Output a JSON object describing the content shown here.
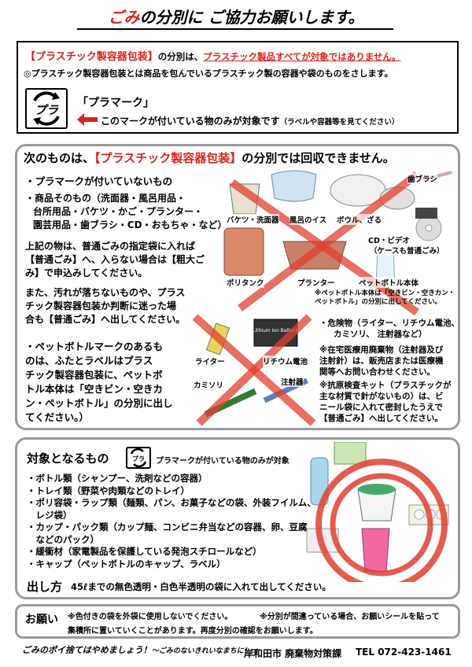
{
  "header": {
    "title_red": "ごみ",
    "title_rest": "の分別に ご協力お願いします。"
  },
  "box1": {
    "line1_red": "【プラスチック製容器包装】",
    "line1_mid": "の分別は、",
    "line1_red2": "プラスチック製品すべてが対象ではありません。",
    "line2": "◎プラスチック製容器包装とは商品を包んでいるプラスチック製の容器や袋のものをさします。",
    "plamark_label": "「プラマーク」",
    "plamark_note": "このマークが付いている物のみが対象です",
    "plamark_note_small": "（ラベルや容器等を見てください）",
    "plamark_text": "プラ"
  },
  "box2": {
    "heading_pre": "次のものは、",
    "heading_red": "【プラスチック製容器包装】",
    "heading_post": "の分別では回収できません。",
    "bullet1": "・プラマークが付いていないもの",
    "bullet2_l1": "・商品そのもの（洗面器・風呂用品・",
    "bullet2_l2": "台所用品・バケツ・かご・プランター・",
    "bullet2_l3": "園芸用品・歯ブラシ・CD・おもちゃ・など）",
    "para1_l1": "上記の物は、普通ごみの指定袋に入れば",
    "para1_l2": "【普通ごみ】へ、入らない場合は【粗大ご",
    "para1_l3": "み】で申込みしてください。",
    "para2_l1": "また、汚れが落ちないものや、プラス",
    "para2_l2": "チック製容器包装か判断に迷った場",
    "para2_l3": "合も【普通ごみ】へ出してください。",
    "pet_l1": "・ペットボトルマークのあるも",
    "pet_l2": "のは、ふたとラベルはプラス",
    "pet_l3": "チック製容器包装に、ペットボ",
    "pet_l4": "トル本体は「空きビン・空きカ",
    "pet_l5": "ン・ペットボトル」の分別に出し",
    "pet_l6": "てください。）",
    "labels": {
      "toothbrush": "歯ブラシ",
      "bucket": "バケツ・洗面器",
      "bathstool": "風呂のイス",
      "bowl": "ボウル、ざる",
      "cd": "CD・ビデオ",
      "cd_note": "（ケースも普通ごみ）",
      "tank": "ポリタンク",
      "planter": "プランター",
      "petbottle": "ペットボトル本体",
      "pet_note_l1": "※ペットボトル本体は「空きビン・空きカン・",
      "pet_note_l2": "ペットボトル」の分別に出してください。",
      "lighter": "ライター",
      "battery": "リチウム電池",
      "razor": "カミソリ",
      "syringe": "注射器",
      "battery_print": "Lithium Ion Battery"
    },
    "danger_l1": "・危険物（ライター、リチウム電池、",
    "danger_l2": "カミソリ、 注射器など）",
    "medical_l1": "※在宅医療用廃棄物（注射器及び",
    "medical_l2": "注射針）は、販売店または医療機",
    "medical_l3": "関等へお問い合わせください。",
    "antigen_l1": "※抗原検査キット（プラスチックが",
    "antigen_l2": "主な材質で針がないもの）は、ビ",
    "antigen_l3": "ニール袋に入れて密封したうえで",
    "antigen_l4": "【普通ごみ】へ出してください。"
  },
  "box3": {
    "heading": "対象となるもの",
    "plamark_note": "プラマークが付いている物のみが対象",
    "items": [
      "・ボトル類（シャンプー、洗剤などの容器）",
      "・トレイ類（野菜や肉類などのトレイ）",
      "・ポリ容袋・ラップ類（麺類、パン、お菓子などの袋、外装フイルム、",
      "　レジ袋）",
      "・カップ・パック類（カップ麺、コンビニ弁当などの容器、卵、豆腐",
      "　などのパック）",
      "・緩衝材（家電製品を保護している発泡スチロールなど）",
      "・キャップ（ペットボトルのキャップ、ラベル）"
    ],
    "howto_label": "出し方",
    "howto_text": "45ℓまでの無色透明・白色半透明の袋に入れて出してください。"
  },
  "box4": {
    "label": "お願い",
    "l1a": "※色付きの袋を外袋に使用しないでください。",
    "l1b": "※分別が間違っている場合、お願いシールを貼って",
    "l2": "集積所に置いていくことがあります。再度分別の確認をお願いします。"
  },
  "footer": {
    "slogan": "ごみのポイ捨てはやめましょう！",
    "slogan_small": "～ごみのないきれいなまちに！～",
    "dept": "岸和田市 廃棄物対策課",
    "tel": "TEL 072-423-1461"
  },
  "colors": {
    "accent_red": "#d9261c",
    "blue_text": "#1f5fa8",
    "box_border": "#9a9a9a"
  }
}
